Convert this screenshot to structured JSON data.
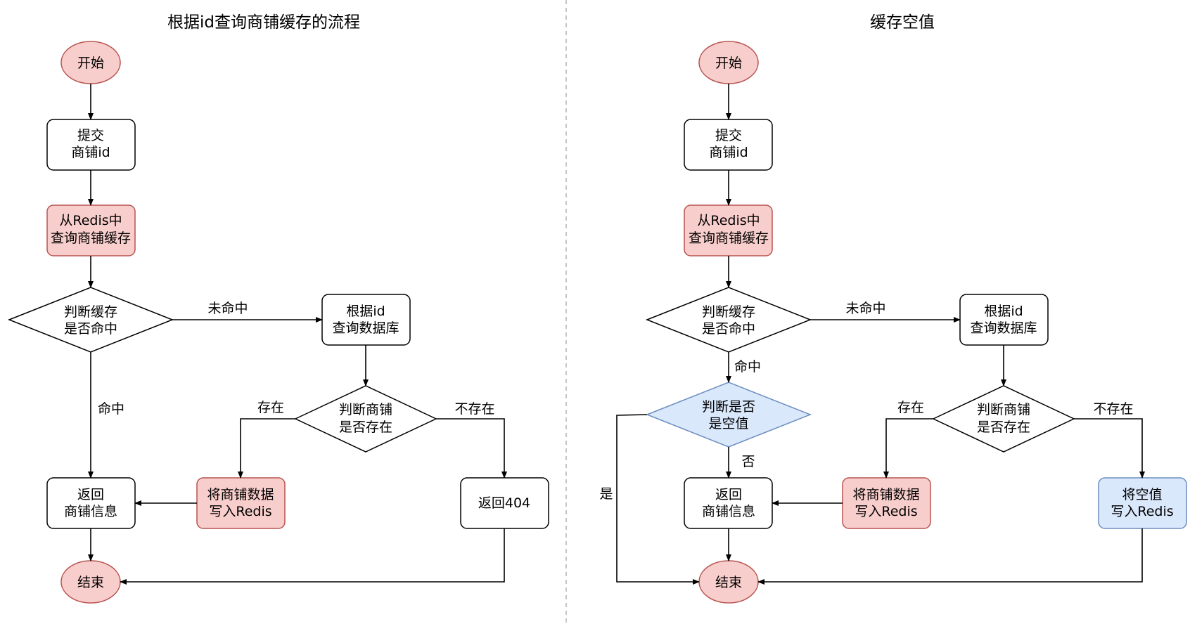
{
  "colors": {
    "red_fill": "#f8cecc",
    "red_stroke": "#b85450",
    "blue_fill": "#dae8fc",
    "blue_stroke": "#6c8ebf",
    "plain_fill": "#ffffff",
    "plain_stroke": "#000000"
  },
  "left": {
    "title": "根据id查询商铺缓存的流程",
    "start": "开始",
    "submit": [
      "提交",
      "商铺id"
    ],
    "query_cache": [
      "从Redis中",
      "查询商铺缓存"
    ],
    "judge_hit": [
      "判断缓存",
      "是否命中"
    ],
    "miss_label": "未命中",
    "hit_label": "命中",
    "query_db": [
      "根据id",
      "查询数据库"
    ],
    "judge_exists": [
      "判断商铺",
      "是否存在"
    ],
    "exists_label": "存在",
    "not_exists_label": "不存在",
    "return_info": [
      "返回",
      "商铺信息"
    ],
    "write_redis": [
      "将商铺数据",
      "写入Redis"
    ],
    "return_404": "返回404",
    "end": "结束"
  },
  "right": {
    "title": "缓存空值",
    "start": "开始",
    "submit": [
      "提交",
      "商铺id"
    ],
    "query_cache": [
      "从Redis中",
      "查询商铺缓存"
    ],
    "judge_hit": [
      "判断缓存",
      "是否命中"
    ],
    "miss_label": "未命中",
    "hit_label": "命中",
    "judge_empty": [
      "判断是否",
      "是空值"
    ],
    "yes_label": "是",
    "no_label": "否",
    "query_db": [
      "根据id",
      "查询数据库"
    ],
    "judge_exists": [
      "判断商铺",
      "是否存在"
    ],
    "exists_label": "存在",
    "not_exists_label": "不存在",
    "return_info": [
      "返回",
      "商铺信息"
    ],
    "write_redis": [
      "将商铺数据",
      "写入Redis"
    ],
    "write_empty": [
      "将空值",
      "写入Redis"
    ],
    "end": "结束"
  }
}
